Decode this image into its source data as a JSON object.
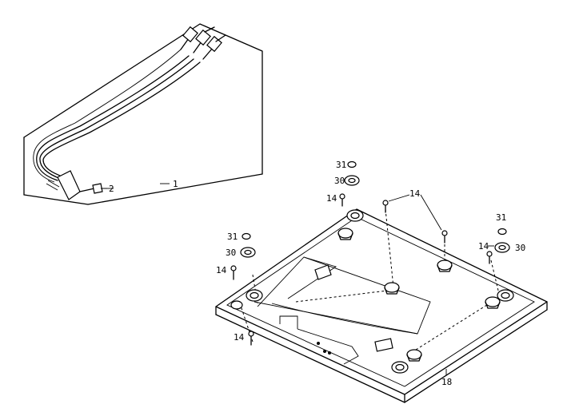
{
  "callouts": {
    "c1": "1",
    "c2": "2",
    "c14a": "14",
    "c14b": "14",
    "c14c": "14",
    "c14d": "14",
    "c14e": "14",
    "c30a": "30",
    "c30b": "30",
    "c30c": "30",
    "c31a": "31",
    "c31b": "31",
    "c31c": "31",
    "c18": "18"
  }
}
